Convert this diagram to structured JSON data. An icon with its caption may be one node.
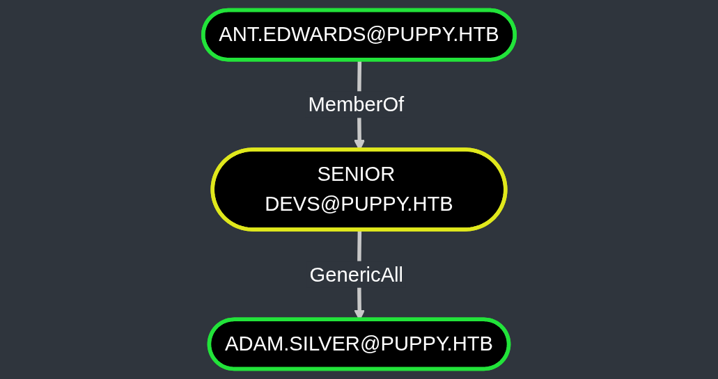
{
  "diagram": {
    "nodes": [
      {
        "text": [
          "ADAM.SILVER@PUPPY.HTB"
        ]
      },
      {
        "text": [
          "ANT.EDWARDS@PUPPY.HTB"
        ]
      },
      {
        "text": [
          "SENIOR DEVS@PUPPY.HTB"
        ]
      }
    ],
    "edges": [
      {
        "from": 2,
        "to": 0,
        "arrow": "to",
        "label": "GenericAll"
      },
      {
        "from": 1,
        "to": 2,
        "arrow": "to",
        "label": "MemberOf"
      }
    ]
  }
}
